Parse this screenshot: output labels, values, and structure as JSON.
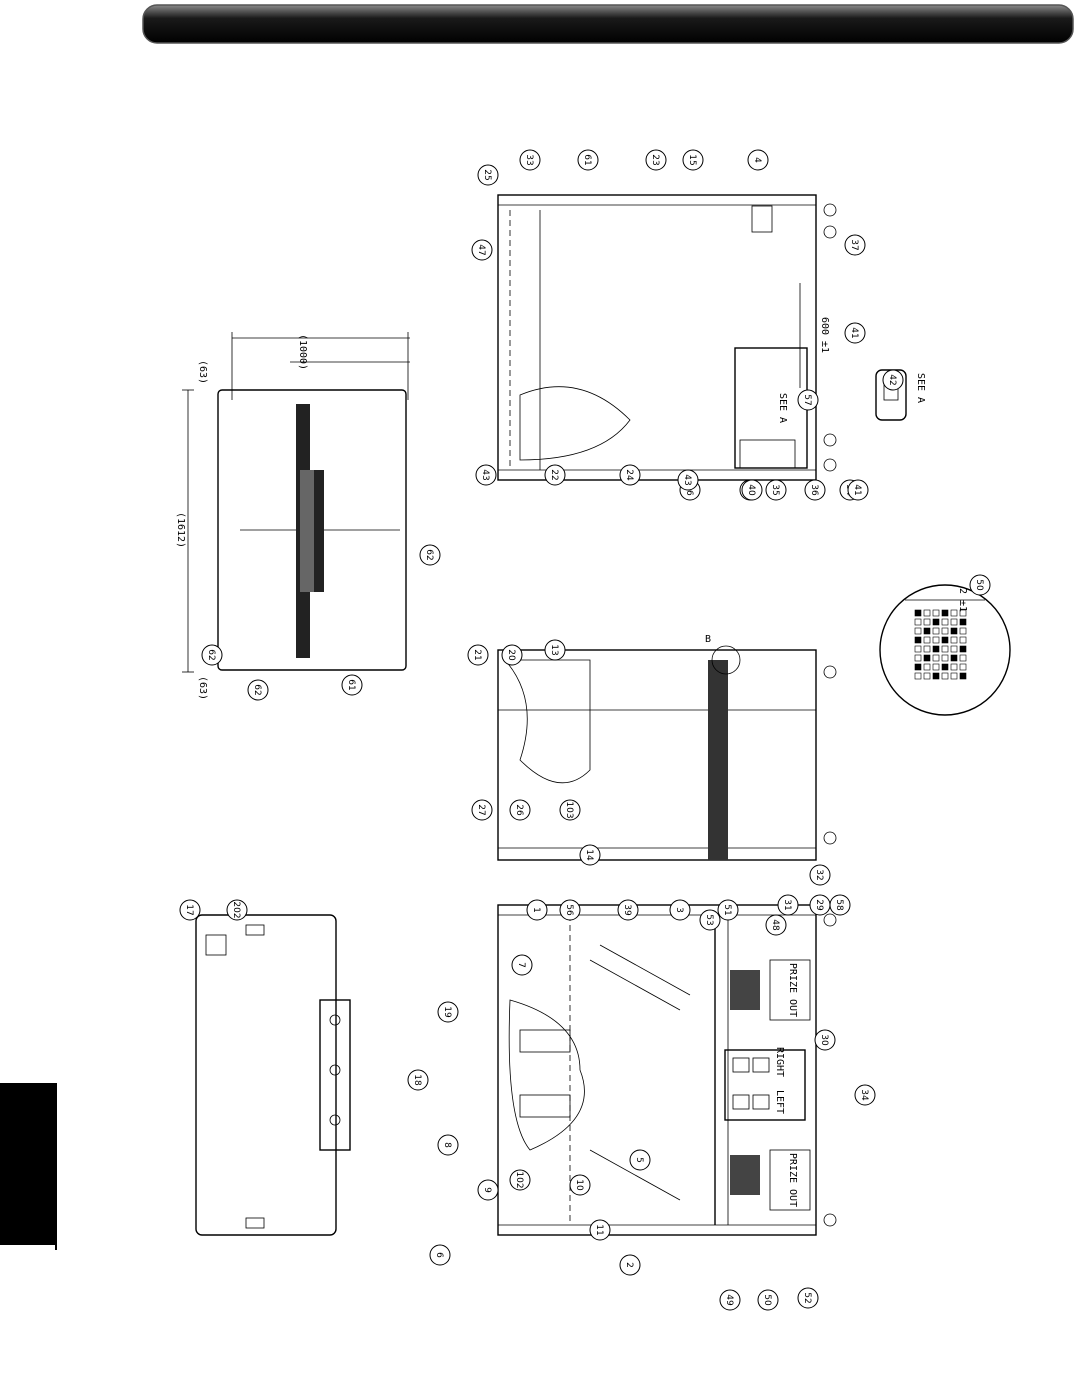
{
  "dimensions": {
    "width_top": "(1612)",
    "depth_top": "(1000)",
    "offset_left": "(63)",
    "offset_right": "(63)",
    "rail_spacing": "600 ±1",
    "detail_tol": "2 ±1"
  },
  "labels": {
    "see_a_top": "SEE A",
    "see_a_detail": "SEE A",
    "detail_b": "B",
    "prize_out_left": "PRIZE OUT",
    "prize_out_right": "PRIZE OUT",
    "btn_left": "LEFT",
    "btn_right": "RIGHT"
  },
  "callouts": {
    "top": [
      "61",
      "62",
      "62",
      "62"
    ],
    "main": [
      "1",
      "2",
      "3",
      "5",
      "6",
      "7",
      "8",
      "9",
      "10",
      "11",
      "18",
      "19",
      "29",
      "30",
      "31",
      "32",
      "34",
      "39",
      "48",
      "49",
      "50",
      "51",
      "52",
      "53",
      "56",
      "58",
      "102"
    ],
    "side": [
      "13",
      "14",
      "20",
      "21",
      "26",
      "27",
      "103"
    ],
    "back": [
      "4",
      "12",
      "15",
      "16",
      "22",
      "23",
      "24",
      "25",
      "33",
      "34",
      "35",
      "36",
      "37",
      "40",
      "41",
      "41",
      "42",
      "43",
      "43",
      "47",
      "57",
      "61"
    ],
    "base": [
      "17",
      "202"
    ],
    "detail": [
      "50"
    ]
  }
}
